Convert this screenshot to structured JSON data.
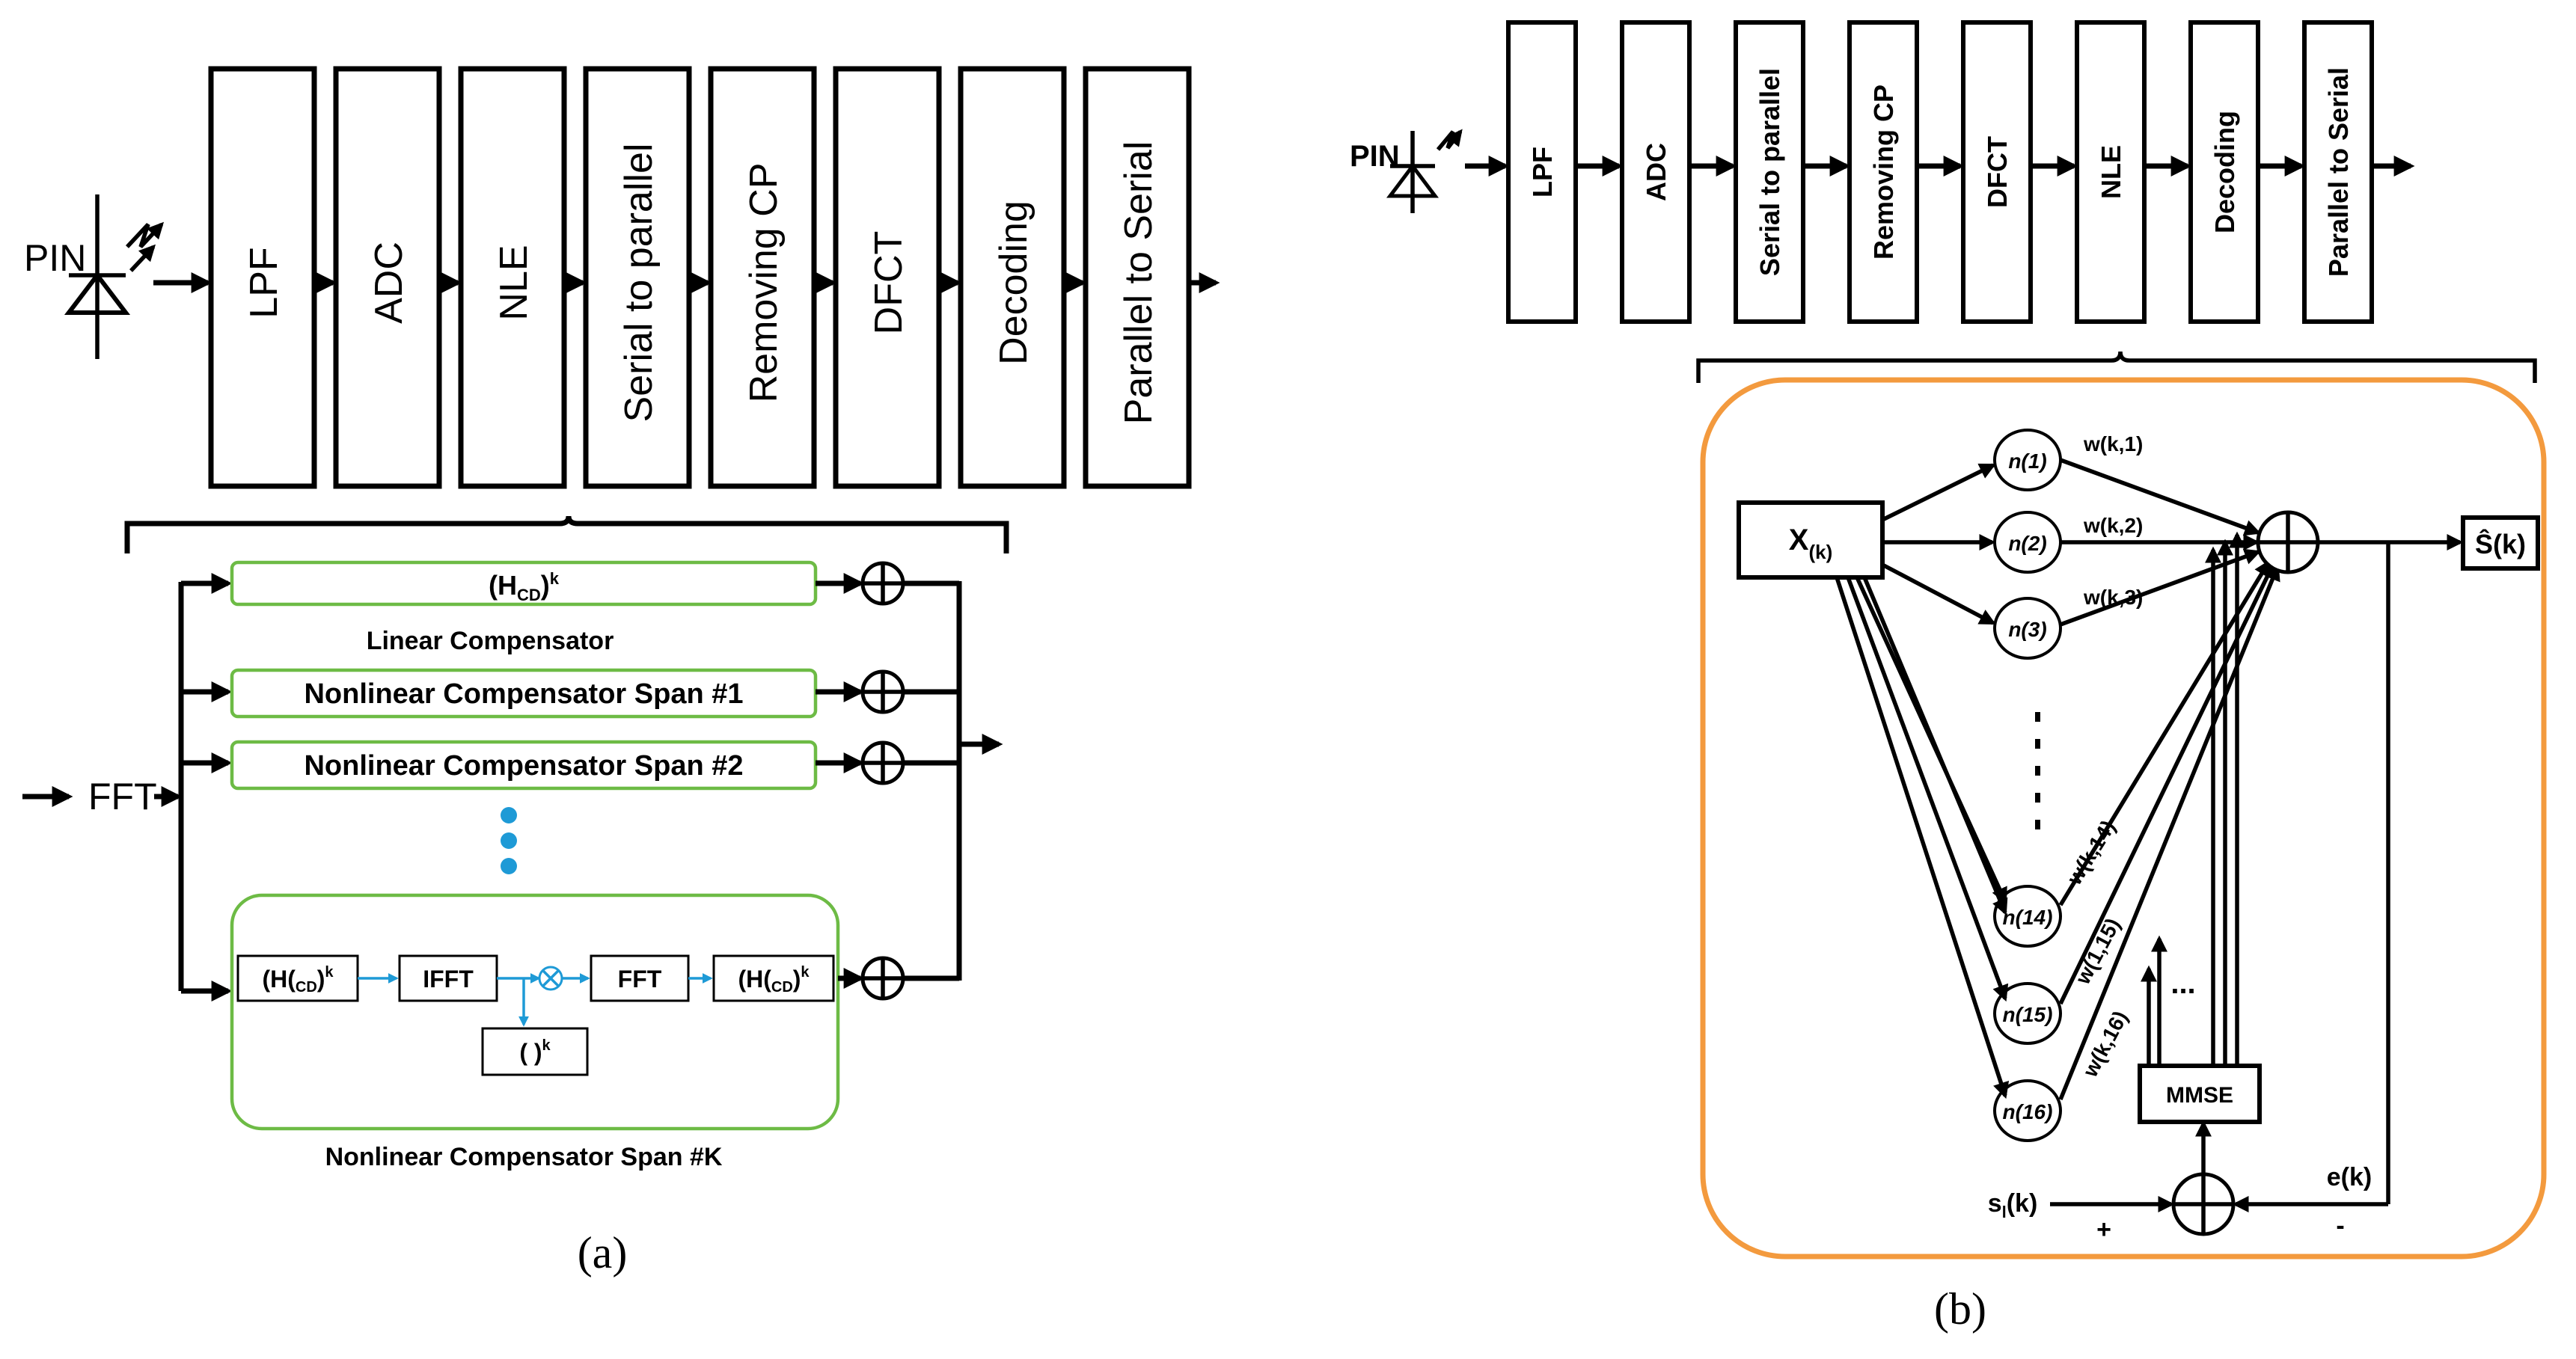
{
  "panel_a": {
    "caption": "(a)",
    "pin_label": "PIN",
    "blocks": [
      "LPF",
      "ADC",
      "NLE",
      "Serial to parallel",
      "Removing CP",
      "DFCT",
      "Decoding",
      "Parallel to Serial"
    ],
    "fft_label": "FFT",
    "linear_box": "(H",
    "linear_box_sub": "CD",
    "linear_box_sup": ")",
    "linear_box_k": "k",
    "linear_caption": "Linear Compensator",
    "span1": "Nonlinear Compensator Span #1",
    "span2": "Nonlinear Compensator Span #2",
    "spanK_caption": "Nonlinear Compensator Span #K",
    "spanK_h_left": "(H(",
    "spanK_h_sub": "CD",
    "spanK_h_close": ")",
    "spanK_h_k": "k",
    "spanK_ifft": "IFFT",
    "spanK_fft": "FFT",
    "spanK_pow": "( )",
    "spanK_pow_k": "k"
  },
  "panel_b": {
    "caption": "(b)",
    "pin_label": "PIN",
    "blocks": [
      "LPF",
      "ADC",
      "Serial to parallel",
      "Removing CP",
      "DFCT",
      "NLE",
      "Decoding",
      "Parallel to Serial"
    ],
    "input_box": "X",
    "input_sub": "(k)",
    "output_box": "Ŝ(k)",
    "neurons": [
      "n(1)",
      "n(2)",
      "n(3)",
      "n(14)",
      "n(15)",
      "n(16)"
    ],
    "weights_top": [
      "w(k,1)",
      "w(k,2)",
      "w(k,3)"
    ],
    "weights_bottom": [
      "w(k,14)",
      "w(1,15)",
      "w(k,16)"
    ],
    "mmse_label": "MMSE",
    "ref_label_s": "s",
    "ref_label_sub": "l",
    "ref_label_rest": "(k)",
    "error_label": "e(k)",
    "plus_sign": "+",
    "minus_sign": "-",
    "dots": "...",
    "orange": "#f39a3e",
    "green": "#6dbb45",
    "blue": "#1e9ad6"
  }
}
